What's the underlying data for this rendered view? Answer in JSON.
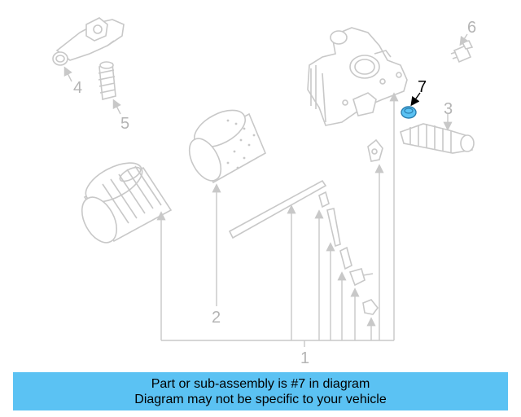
{
  "diagram": {
    "callouts": [
      {
        "id": "1",
        "label": "1"
      },
      {
        "id": "2",
        "label": "2"
      },
      {
        "id": "3",
        "label": "3"
      },
      {
        "id": "4",
        "label": "4"
      },
      {
        "id": "5",
        "label": "5"
      },
      {
        "id": "6",
        "label": "6"
      },
      {
        "id": "7",
        "label": "7",
        "highlighted": true
      }
    ],
    "highlight_color": "#5bc2f3",
    "part_line_color": "#c8c8c8"
  },
  "banner": {
    "line1": "Part or sub-assembly is #7 in diagram",
    "line2": "Diagram may not be specific to your vehicle",
    "background": "#5bc2f3"
  }
}
